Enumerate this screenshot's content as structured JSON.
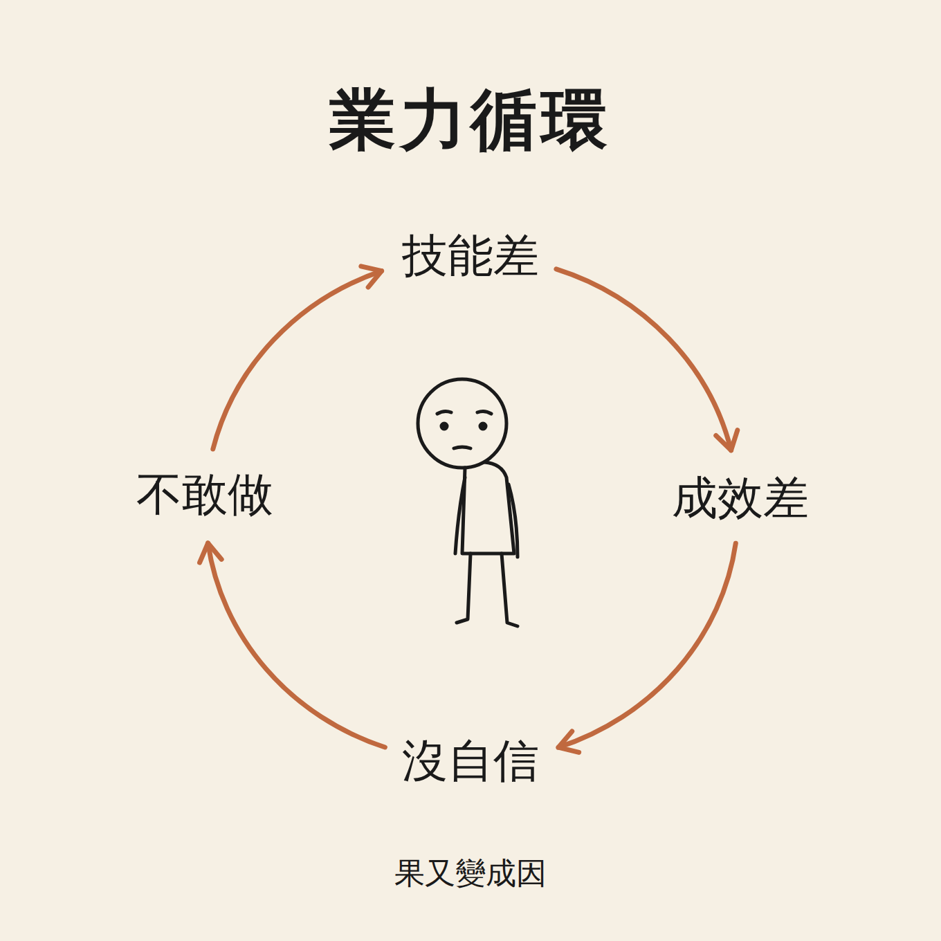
{
  "diagram": {
    "title": "業力循環",
    "nodes": [
      {
        "text": [
          "技能差"
        ]
      },
      {
        "text": [
          "成效差"
        ]
      },
      {
        "text": [
          "沒自信"
        ]
      },
      {
        "text": [
          "不敢做"
        ]
      }
    ],
    "edges": [
      {
        "from": 0,
        "to": 1,
        "arrow": "to"
      },
      {
        "from": 1,
        "to": 2,
        "arrow": "to"
      },
      {
        "from": 2,
        "to": 3,
        "arrow": "to"
      },
      {
        "from": 3,
        "to": 0,
        "arrow": "to"
      }
    ],
    "caption": "果又變成因"
  }
}
